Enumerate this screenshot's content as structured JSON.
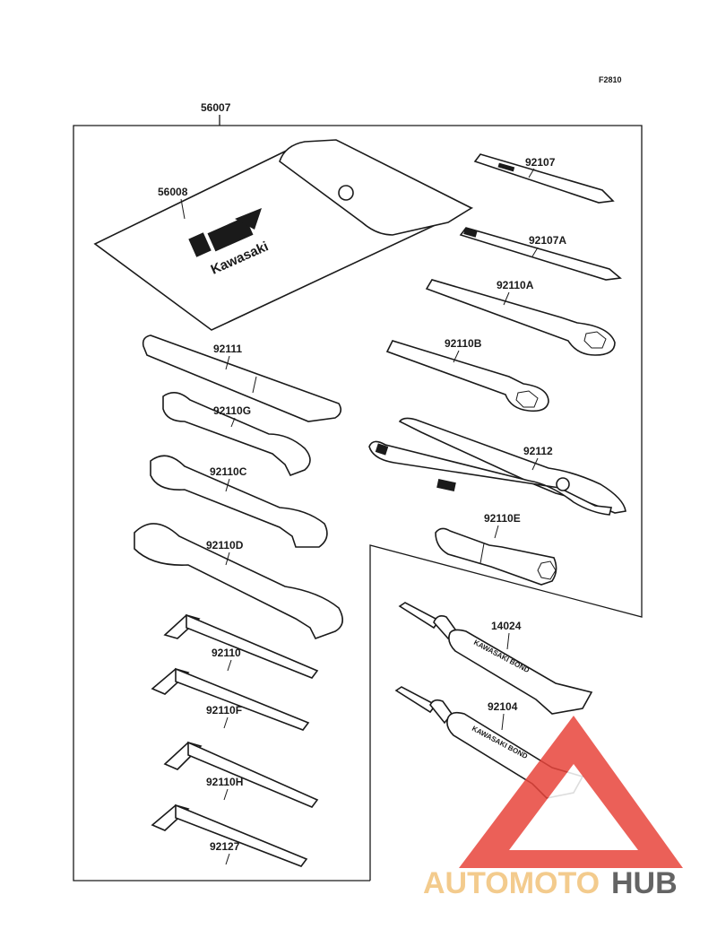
{
  "figure_code": "F2810",
  "kit_label": "56007",
  "brand_text": "Kawasaki",
  "bond_text": "KAWASAKI BOND",
  "parts": {
    "p56008": "56008",
    "p92107": "92107",
    "p92107A": "92107A",
    "p92110A": "92110A",
    "p92110B": "92110B",
    "p92111": "92111",
    "p92110G": "92110G",
    "p92112": "92112",
    "p92110C": "92110C",
    "p92110E": "92110E",
    "p92110D": "92110D",
    "p14024": "14024",
    "p92110": "92110",
    "p92104": "92104",
    "p92110F": "92110F",
    "p92110H": "92110H",
    "p92127": "92127"
  },
  "watermark": {
    "part1": "AUTOMOTO",
    "part2": "HUB",
    "color_light": "#f2c27a",
    "color_red": "#e8453c",
    "color_gray": "#4a4a4a"
  }
}
